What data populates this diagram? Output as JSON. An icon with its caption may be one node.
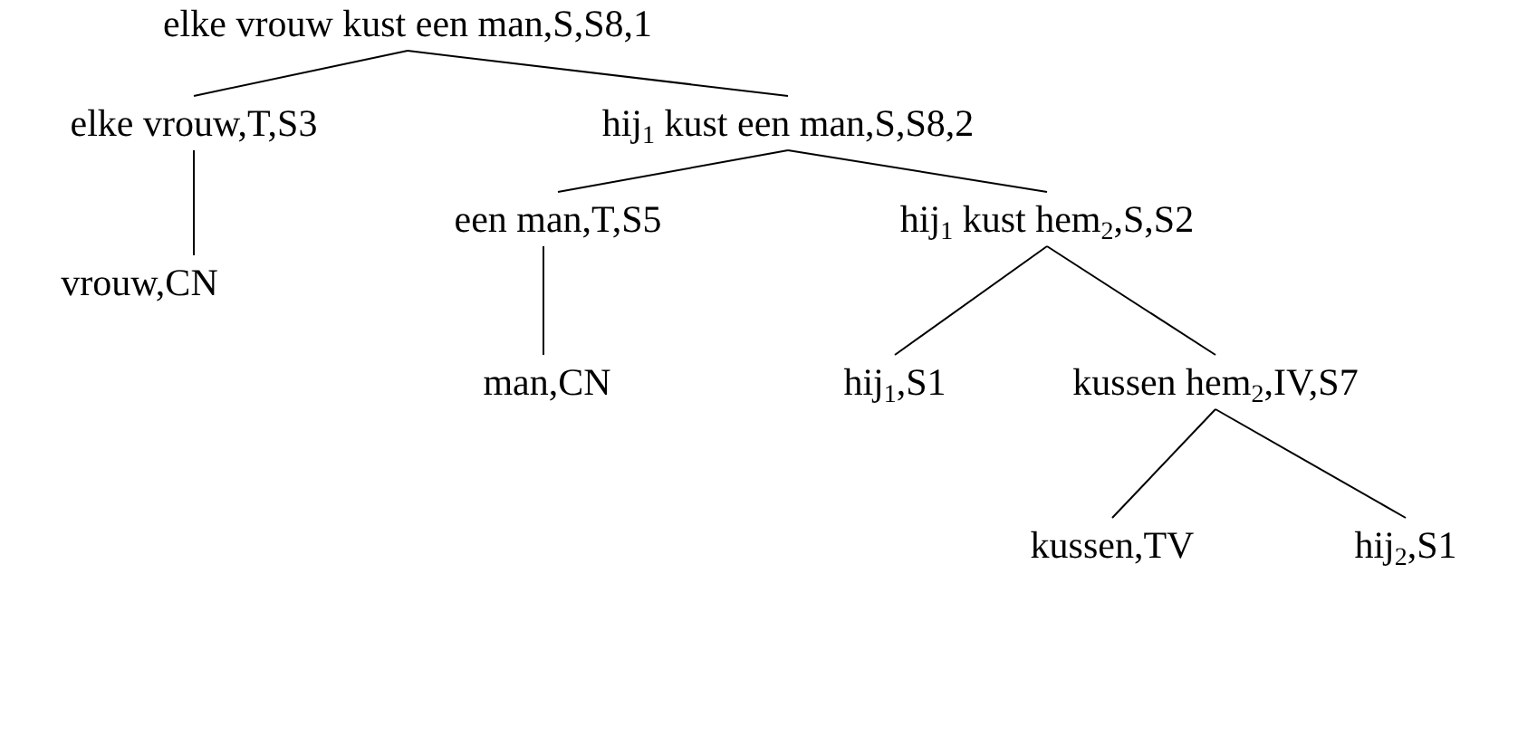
{
  "diagram": {
    "nodes": [
      {
        "text": [
          "elke vrouw kust een man,S,S8,1"
        ]
      },
      {
        "text": [
          "elke vrouw,T,S3"
        ]
      },
      {
        "text": [
          "hij$_{1}$ kust een man,S,S8,2"
        ]
      },
      {
        "text": [
          "vrouw,CN"
        ]
      },
      {
        "text": [
          "een man,T,S5"
        ]
      },
      {
        "text": [
          "hij$_{1}$ kust hem$_{2}$,S,S2"
        ]
      },
      {
        "text": [
          "man,CN"
        ]
      },
      {
        "text": [
          "hij$_{1}$,S1"
        ]
      },
      {
        "text": [
          "kussen hem$_{2}$,IV,S7"
        ]
      },
      {
        "text": [
          "kussen,TV"
        ]
      },
      {
        "text": [
          "hij$_{2}$,S1"
        ]
      }
    ],
    "edges": [
      {
        "from": 0,
        "to": 1,
        "arrow": "none"
      },
      {
        "from": 0,
        "to": 2,
        "arrow": "none"
      },
      {
        "from": 1,
        "to": 3,
        "arrow": "none"
      },
      {
        "from": 2,
        "to": 4,
        "arrow": "none"
      },
      {
        "from": 2,
        "to": 5,
        "arrow": "none"
      },
      {
        "from": 4,
        "to": 6,
        "arrow": "none"
      },
      {
        "from": 5,
        "to": 7,
        "arrow": "none"
      },
      {
        "from": 5,
        "to": 8,
        "arrow": "none"
      },
      {
        "from": 8,
        "to": 9,
        "arrow": "none"
      },
      {
        "from": 8,
        "to": 10,
        "arrow": "none"
      }
    ]
  }
}
